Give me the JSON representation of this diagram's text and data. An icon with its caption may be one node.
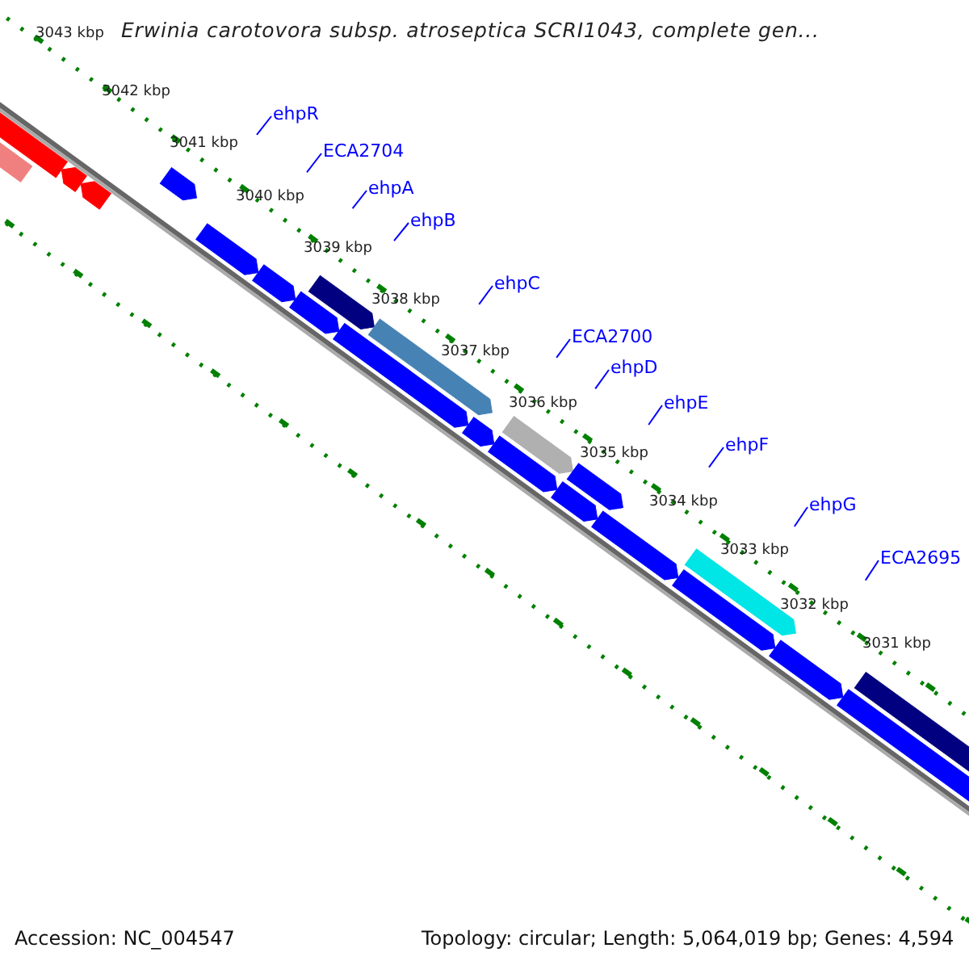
{
  "diagram": {
    "title": "Erwinia carotovora subsp. atroseptica SCRI1043, complete gen...",
    "nodes": [
      {
        "text": [
          "ehpR"
        ]
      },
      {
        "text": [
          "ECA2704"
        ]
      },
      {
        "text": [
          "ehpA"
        ]
      },
      {
        "text": [
          "ehpB"
        ]
      },
      {
        "text": [
          "ehpC"
        ]
      },
      {
        "text": [
          "ECA2700"
        ]
      },
      {
        "text": [
          "ehpD"
        ]
      },
      {
        "text": [
          "ehpE"
        ]
      },
      {
        "text": [
          "ehpF"
        ]
      },
      {
        "text": [
          "ehpG"
        ]
      },
      {
        "text": [
          "ECA2695"
        ]
      }
    ],
    "edges": [
      {
        "from": 0,
        "to": null,
        "arrow": "none"
      },
      {
        "from": 1,
        "to": null,
        "arrow": "none"
      },
      {
        "from": 2,
        "to": null,
        "arrow": "none"
      },
      {
        "from": 3,
        "to": null,
        "arrow": "none"
      },
      {
        "from": 4,
        "to": null,
        "arrow": "none"
      },
      {
        "from": 5,
        "to": null,
        "arrow": "none"
      },
      {
        "from": 6,
        "to": null,
        "arrow": "none"
      },
      {
        "from": 7,
        "to": null,
        "arrow": "none"
      },
      {
        "from": 8,
        "to": null,
        "arrow": "none"
      },
      {
        "from": 9,
        "to": null,
        "arrow": "none"
      },
      {
        "from": 10,
        "to": null,
        "arrow": "none"
      }
    ],
    "labels": [
      "3043 kbp",
      "3042 kbp",
      "3041 kbp",
      "3040 kbp",
      "3039 kbp",
      "3038 kbp",
      "3037 kbp",
      "3036 kbp",
      "3035 kbp",
      "3034 kbp",
      "3033 kbp",
      "3032 kbp",
      "3031 kbp",
      "Accession: NC_004547",
      "Topology: circular; Length: 5,064,019 bp; Genes: 4,594"
    ]
  }
}
